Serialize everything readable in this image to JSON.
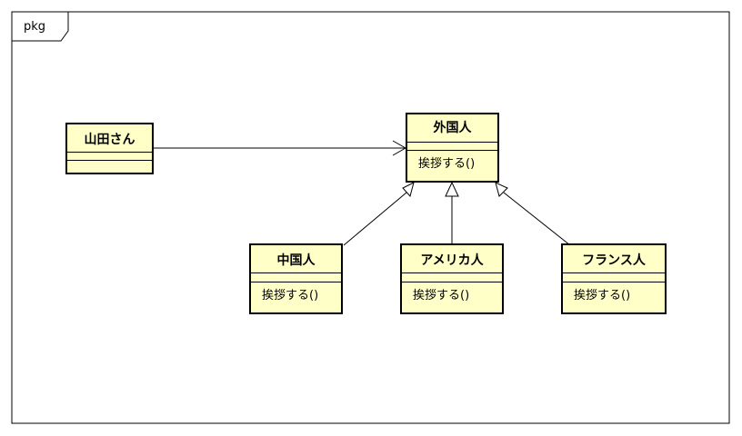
{
  "package": {
    "label": "pkg"
  },
  "classes": {
    "yamada": {
      "name": "山田さん",
      "operation": ""
    },
    "gaikokujin": {
      "name": "外国人",
      "operation": "挨拶する()"
    },
    "chugokujin": {
      "name": "中国人",
      "operation": "挨拶する()"
    },
    "americajin": {
      "name": "アメリカ人",
      "operation": "挨拶する()"
    },
    "furansujin": {
      "name": "フランス人",
      "operation": "挨拶する()"
    }
  }
}
